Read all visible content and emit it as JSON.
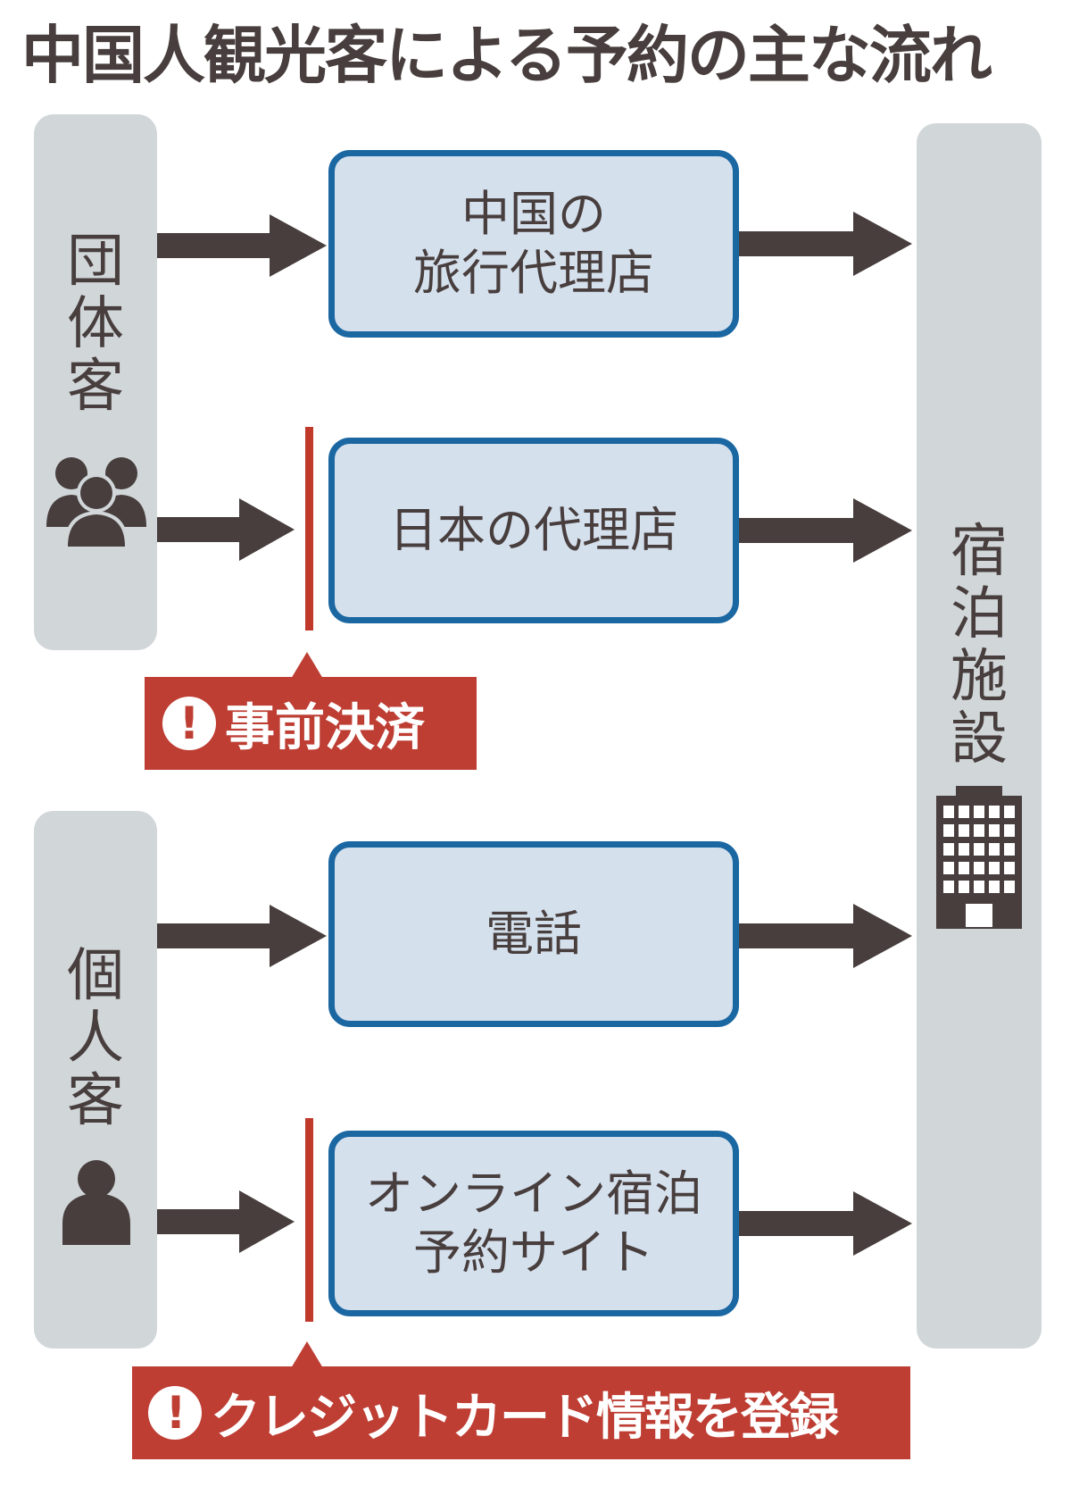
{
  "title": "中国人観光客による予約の主な流れ",
  "colors": {
    "text": "#473e3d",
    "column_bg": "#d1d6d9",
    "node_fill": "#d5e0ed",
    "node_border": "#1b67a2",
    "alert_red": "#be3e34"
  },
  "sources": {
    "group": {
      "label_chars": [
        "団",
        "体",
        "客"
      ],
      "label": "団体客",
      "icon": "group-people-icon"
    },
    "individual": {
      "label_chars": [
        "個",
        "人",
        "客"
      ],
      "label": "個人客",
      "icon": "person-icon"
    }
  },
  "destination": {
    "label_chars": [
      "宿",
      "泊",
      "施",
      "設"
    ],
    "label": "宿泊施設",
    "icon": "building-icon"
  },
  "nodes": [
    {
      "lines": [
        "中国の",
        "旅行代理店"
      ],
      "source": "group"
    },
    {
      "lines": [
        "日本の代理店"
      ],
      "source": "group"
    },
    {
      "lines": [
        "電話"
      ],
      "source": "individual"
    },
    {
      "lines": [
        "オンライン宿泊",
        "予約サイト"
      ],
      "source": "individual"
    }
  ],
  "callouts": [
    {
      "icon": "exclamation-icon",
      "text": "事前決済"
    },
    {
      "icon": "exclamation-icon",
      "text": "クレジットカード情報を登録"
    }
  ]
}
